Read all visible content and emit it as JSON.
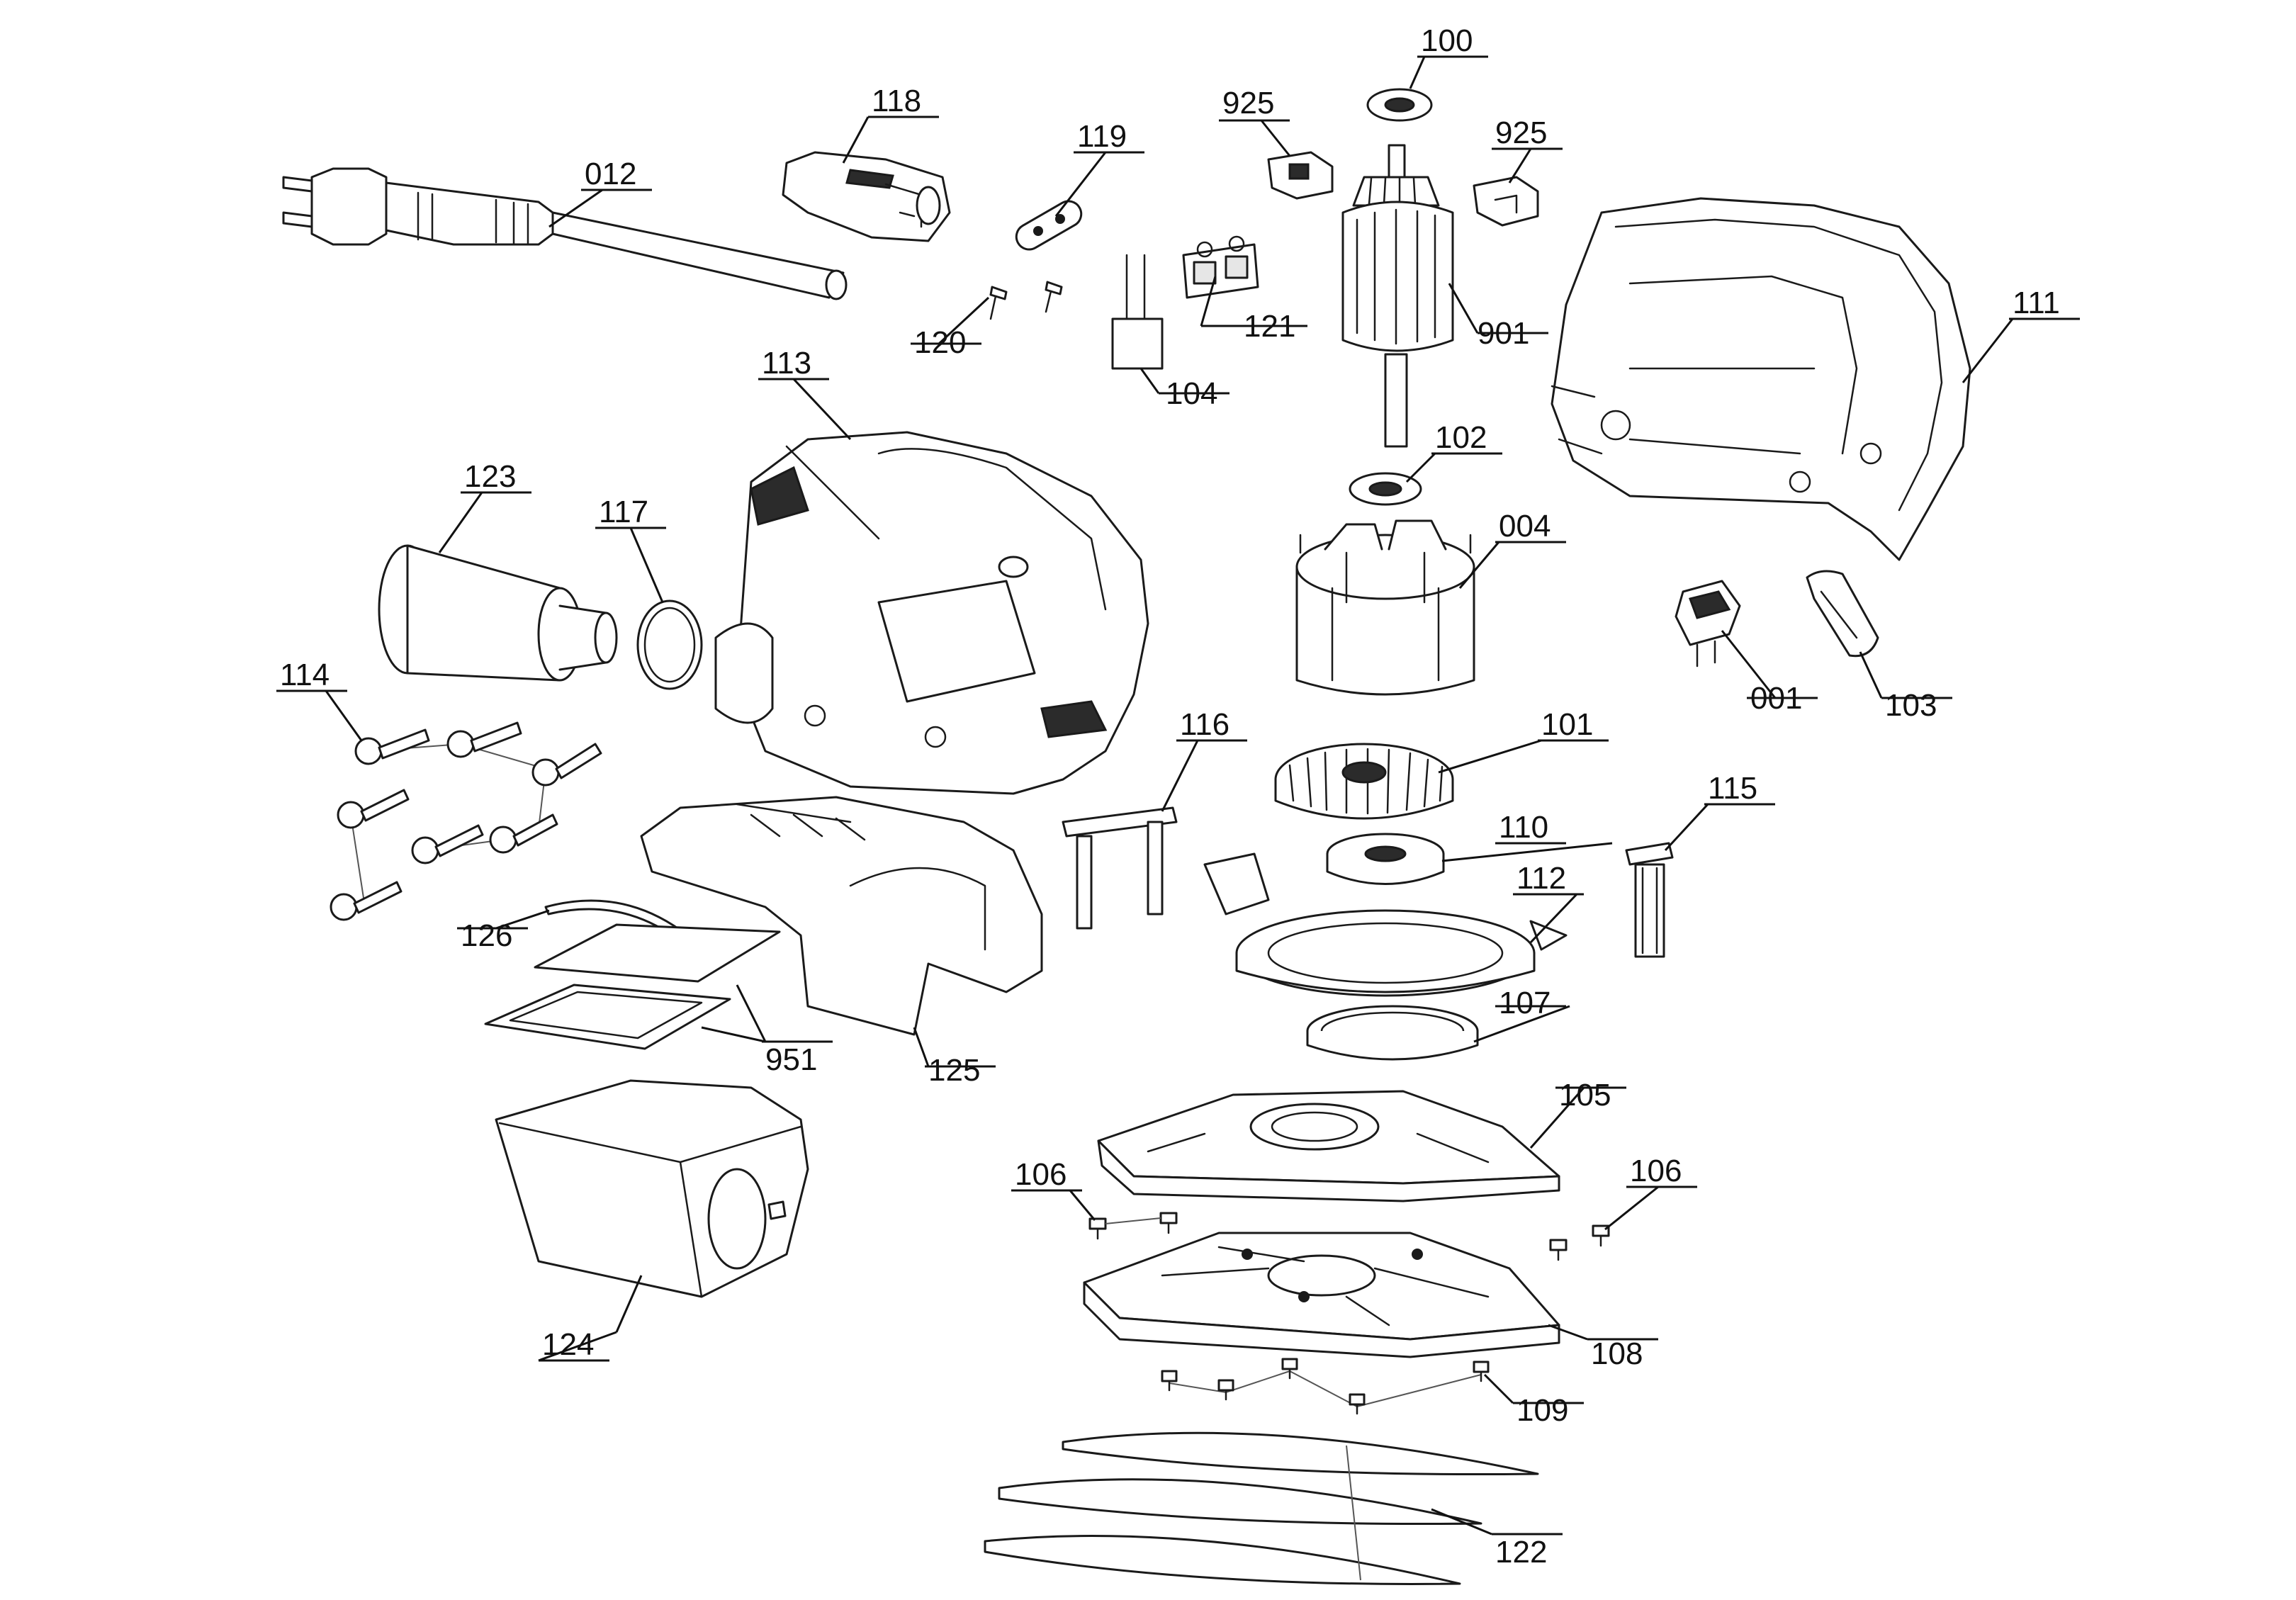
{
  "callouts": [
    {
      "id": "c100",
      "label": "100"
    },
    {
      "id": "c925a",
      "label": "925"
    },
    {
      "id": "c925b",
      "label": "925"
    },
    {
      "id": "c118",
      "label": "118"
    },
    {
      "id": "c119",
      "label": "119"
    },
    {
      "id": "c012",
      "label": "012"
    },
    {
      "id": "c120",
      "label": "120"
    },
    {
      "id": "c121",
      "label": "121"
    },
    {
      "id": "c104",
      "label": "104"
    },
    {
      "id": "c901",
      "label": "901"
    },
    {
      "id": "c111",
      "label": "111"
    },
    {
      "id": "c113",
      "label": "113"
    },
    {
      "id": "c123",
      "label": "123"
    },
    {
      "id": "c117",
      "label": "117"
    },
    {
      "id": "c102",
      "label": "102"
    },
    {
      "id": "c004",
      "label": "004"
    },
    {
      "id": "c114",
      "label": "114"
    },
    {
      "id": "c116",
      "label": "116"
    },
    {
      "id": "c101",
      "label": "101"
    },
    {
      "id": "c001",
      "label": "001"
    },
    {
      "id": "c103",
      "label": "103"
    },
    {
      "id": "c115",
      "label": "115"
    },
    {
      "id": "c110",
      "label": "110"
    },
    {
      "id": "c112",
      "label": "112"
    },
    {
      "id": "c126",
      "label": "126"
    },
    {
      "id": "c107",
      "label": "107"
    },
    {
      "id": "c951",
      "label": "951"
    },
    {
      "id": "c125",
      "label": "125"
    },
    {
      "id": "c105",
      "label": "105"
    },
    {
      "id": "c106a",
      "label": "106"
    },
    {
      "id": "c106b",
      "label": "106"
    },
    {
      "id": "c108",
      "label": "108"
    },
    {
      "id": "c124",
      "label": "124"
    },
    {
      "id": "c109",
      "label": "109"
    },
    {
      "id": "c122",
      "label": "122"
    }
  ]
}
